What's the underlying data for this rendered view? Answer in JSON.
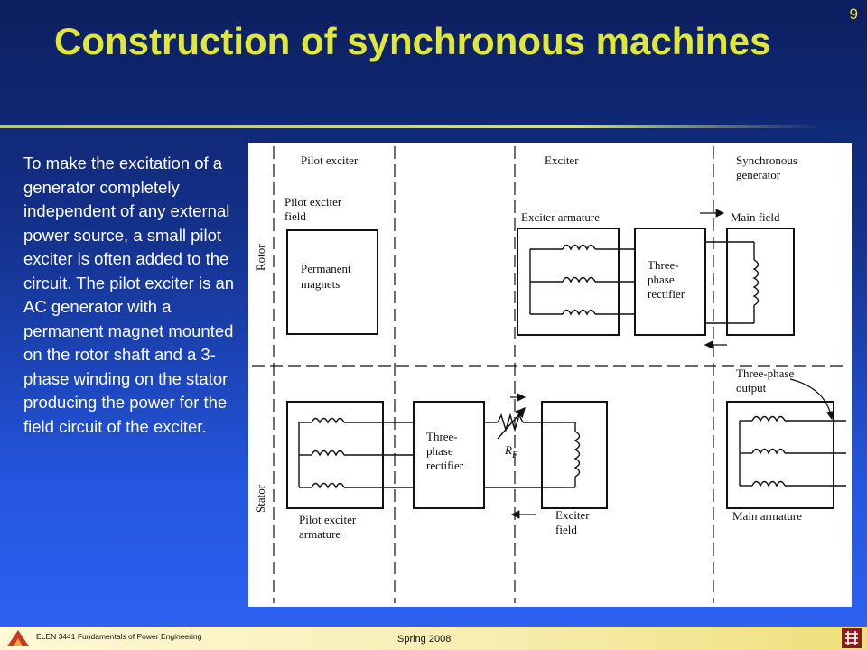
{
  "slide": {
    "number": "9",
    "title": "Construction of synchronous machines",
    "body": "To make the excitation of a generator completely independent of any external power source, a small pilot exciter is often added to the circuit. The pilot exciter is an AC generator with a permanent magnet mounted on the rotor shaft and a 3-phase winding on the stator producing the power for the field circuit of the exciter."
  },
  "diagram": {
    "section_pilot_exciter": "Pilot exciter",
    "section_exciter": "Exciter",
    "section_synchronous_line1": "Synchronous",
    "section_synchronous_line2": "generator",
    "rotor_label": "Rotor",
    "stator_label": "Stator",
    "pilot_exciter_field_line1": "Pilot exciter",
    "pilot_exciter_field_line2": "field",
    "permanent_magnets_line1": "Permanent",
    "permanent_magnets_line2": "magnets",
    "exciter_armature": "Exciter armature",
    "main_field": "Main field",
    "rectifier_top_line1": "Three-",
    "rectifier_top_line2": "phase",
    "rectifier_top_line3": "rectifier",
    "three_phase_output_line1": "Three-phase",
    "three_phase_output_line2": "output",
    "rectifier_bottom_line1": "Three-",
    "rectifier_bottom_line2": "phase",
    "rectifier_bottom_line3": "rectifier",
    "rf_label": "R",
    "rf_subscript": "F",
    "pilot_exciter_armature_line1": "Pilot exciter",
    "pilot_exciter_armature_line2": "armature",
    "exciter_field_line1": "Exciter",
    "exciter_field_line2": "field",
    "main_armature": "Main armature"
  },
  "footer": {
    "course": "ELEN 3441 Fundamentals of Power Engineering",
    "term": "Spring 2008"
  },
  "colors": {
    "title": "#dfe83a",
    "body_text": "#ffffff",
    "background_top": "#0c1f5e",
    "background_bottom": "#2f63f2"
  }
}
